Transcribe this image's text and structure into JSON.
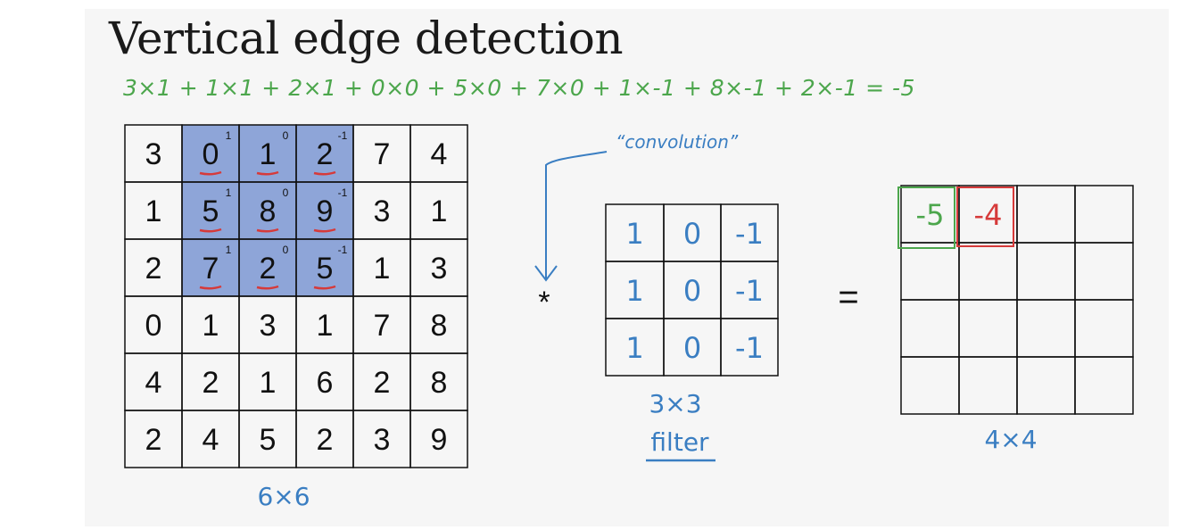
{
  "title": "Vertical edge detection",
  "equation": "3×1 + 1×1 + 2×1 + 0×0 + 5×0 + 7×0 + 1×-1 + 8×-1 + 2×-1 = -5",
  "input_matrix": {
    "rows": [
      [
        "3",
        "0",
        "1",
        "2",
        "7",
        "4"
      ],
      [
        "1",
        "5",
        "8",
        "9",
        "3",
        "1"
      ],
      [
        "2",
        "7",
        "2",
        "5",
        "1",
        "3"
      ],
      [
        "0",
        "1",
        "3",
        "1",
        "7",
        "8"
      ],
      [
        "4",
        "2",
        "1",
        "6",
        "2",
        "8"
      ],
      [
        "2",
        "4",
        "5",
        "2",
        "3",
        "9"
      ]
    ],
    "highlight": {
      "row_start": 0,
      "col_start": 1,
      "size": 3
    },
    "superscripts": [
      [
        "1",
        "0",
        "-1"
      ],
      [
        "1",
        "0",
        "-1"
      ],
      [
        "1",
        "0",
        "-1"
      ]
    ],
    "size_label": "6×6",
    "highlight_color": "#8ea5d8"
  },
  "operator": "*",
  "convolution_label": "“convolution”",
  "filter": {
    "rows": [
      [
        "1",
        "0",
        "-1"
      ],
      [
        "1",
        "0",
        "-1"
      ],
      [
        "1",
        "0",
        "-1"
      ]
    ],
    "size_label": "3×3",
    "name_label": "filter"
  },
  "equals": "=",
  "output": {
    "cells": [
      [
        "-5",
        "-4",
        "",
        ""
      ],
      [
        "",
        "",
        "",
        ""
      ],
      [
        "",
        "",
        "",
        ""
      ],
      [
        "",
        "",
        "",
        ""
      ]
    ],
    "size_label": "4×4"
  },
  "colors": {
    "green": "#4ca64c",
    "red": "#d63a3a",
    "blue": "#3a7ec2",
    "underline": "#d63a3a"
  }
}
